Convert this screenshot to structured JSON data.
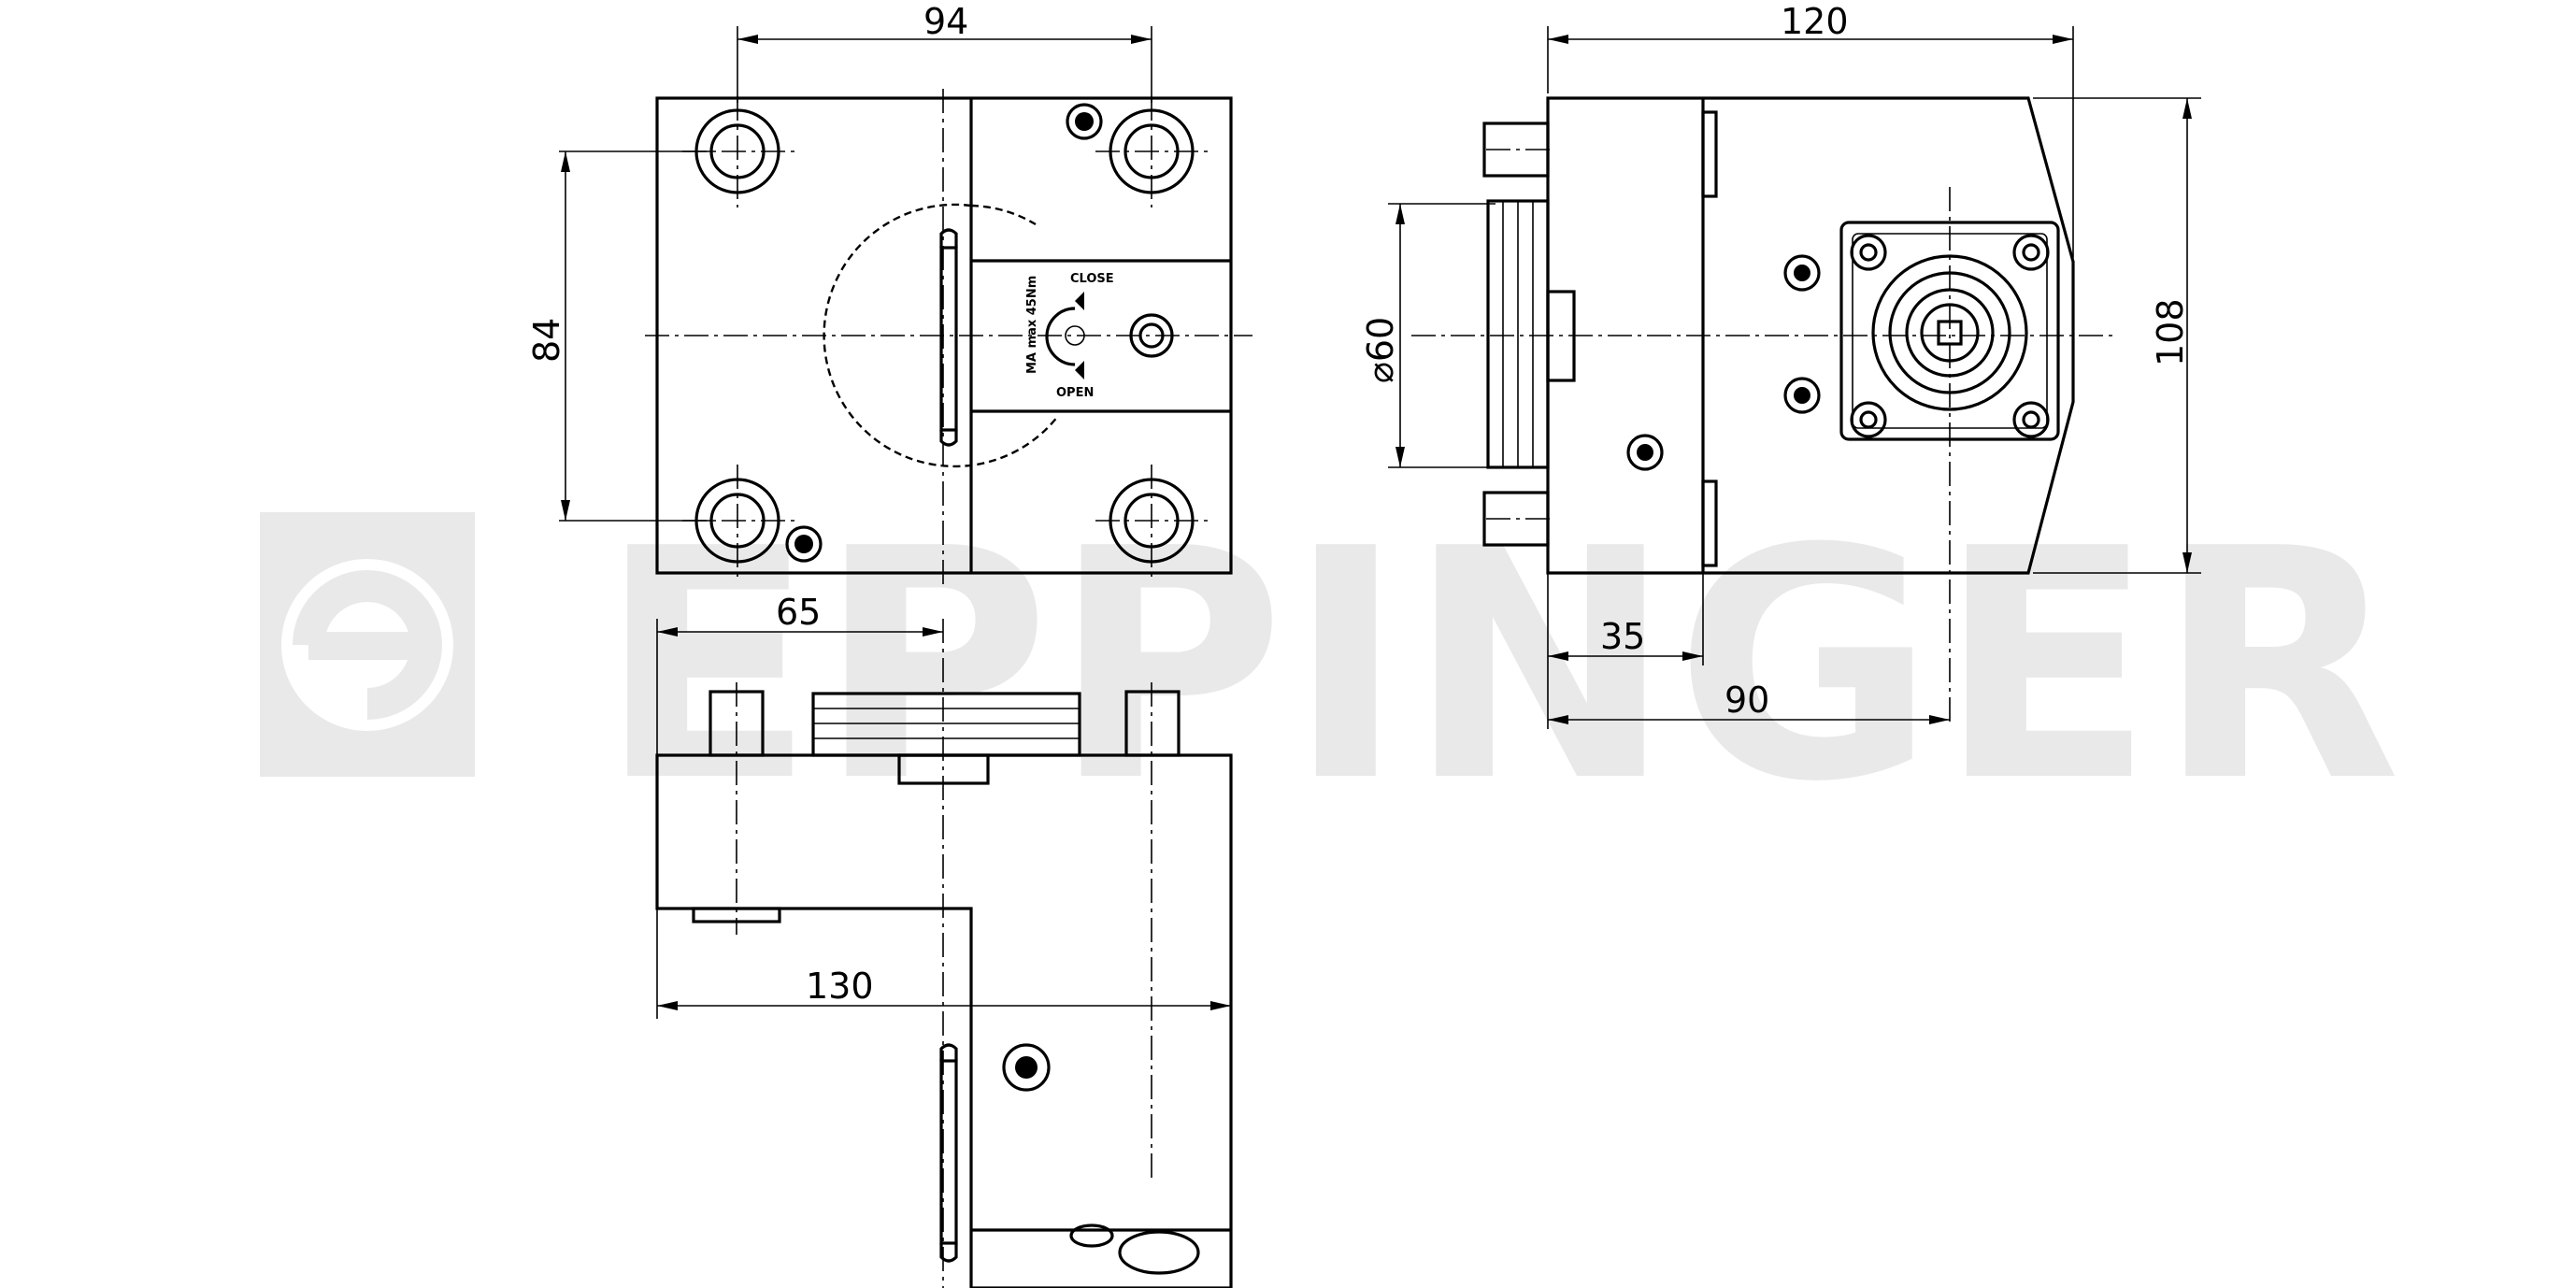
{
  "watermark": {
    "text": "EPPINGER"
  },
  "dimensions": {
    "top_left_width": "94",
    "top_left_height": "84",
    "right_width": "120",
    "right_diameter": "⌀60",
    "right_height": "108",
    "right_offset_small": "35",
    "right_offset_large": "90",
    "bottom_offset": "65",
    "bottom_width": "130"
  },
  "labels": {
    "close": "CLOSE",
    "open": "OPEN",
    "torque": "MA max 45Nm"
  }
}
